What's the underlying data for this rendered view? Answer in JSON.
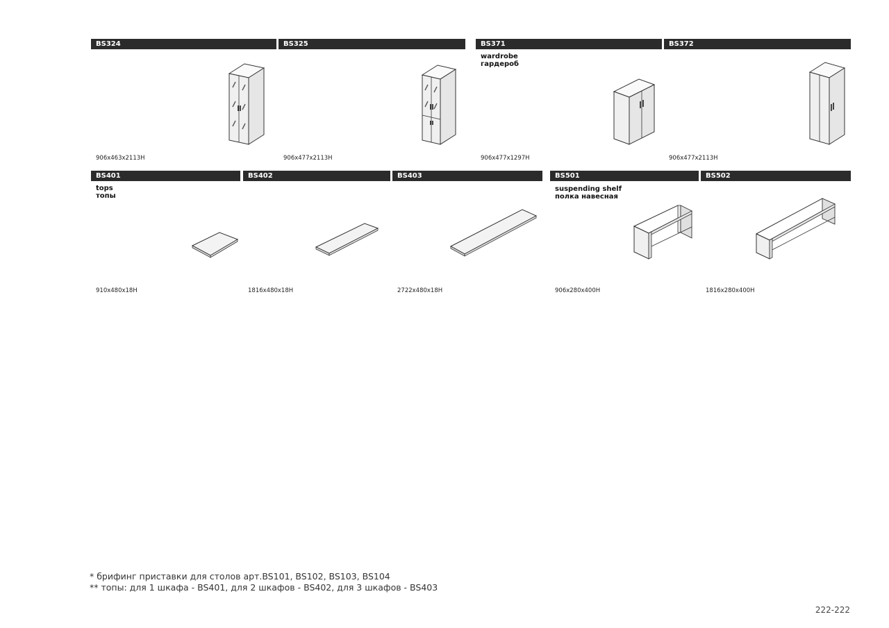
{
  "row1": {
    "items": [
      {
        "code": "BS324",
        "dims": "906x463x2113H",
        "icon": "glass-door-wardrobe-icon"
      },
      {
        "code": "BS325",
        "dims": "906x477x2113H",
        "icon": "glass-top-wardrobe-icon"
      },
      {
        "code": "BS371",
        "dims": "906x477x1297H",
        "icon": "low-wardrobe-icon"
      },
      {
        "code": "BS372",
        "dims": "906x477x2113H",
        "icon": "tall-wardrobe-icon"
      }
    ],
    "category_en": "wardrobe",
    "category_ru": "гардероб"
  },
  "row2": {
    "items": [
      {
        "code": "BS401",
        "dims": "910x480x18H",
        "icon": "top-panel-small-icon"
      },
      {
        "code": "BS402",
        "dims": "1816x480x18H",
        "icon": "top-panel-medium-icon"
      },
      {
        "code": "BS403",
        "dims": "2722x480x18H",
        "icon": "top-panel-large-icon"
      },
      {
        "code": "BS501",
        "dims": "906x280x400H",
        "icon": "suspending-shelf-short-icon"
      },
      {
        "code": "BS502",
        "dims": "1816x280x400H",
        "icon": "suspending-shelf-long-icon"
      }
    ],
    "tops_en": "tops",
    "tops_ru": "топы",
    "shelf_en": "suspending shelf",
    "shelf_ru": "полка навесная"
  },
  "footnotes": {
    "note1": "* брифинг приставки для столов арт.BS101, BS102, BS103, BS104",
    "note2": "** топы: для 1 шкафа - BS401, для 2 шкафов - BS402, для 3 шкафов - BS403"
  },
  "page_number": "222-222",
  "colors": {
    "header_bar": "#2b2b2b",
    "header_text": "#ffffff",
    "furniture_fill": "#f3f3f3",
    "outline": "#333333"
  }
}
